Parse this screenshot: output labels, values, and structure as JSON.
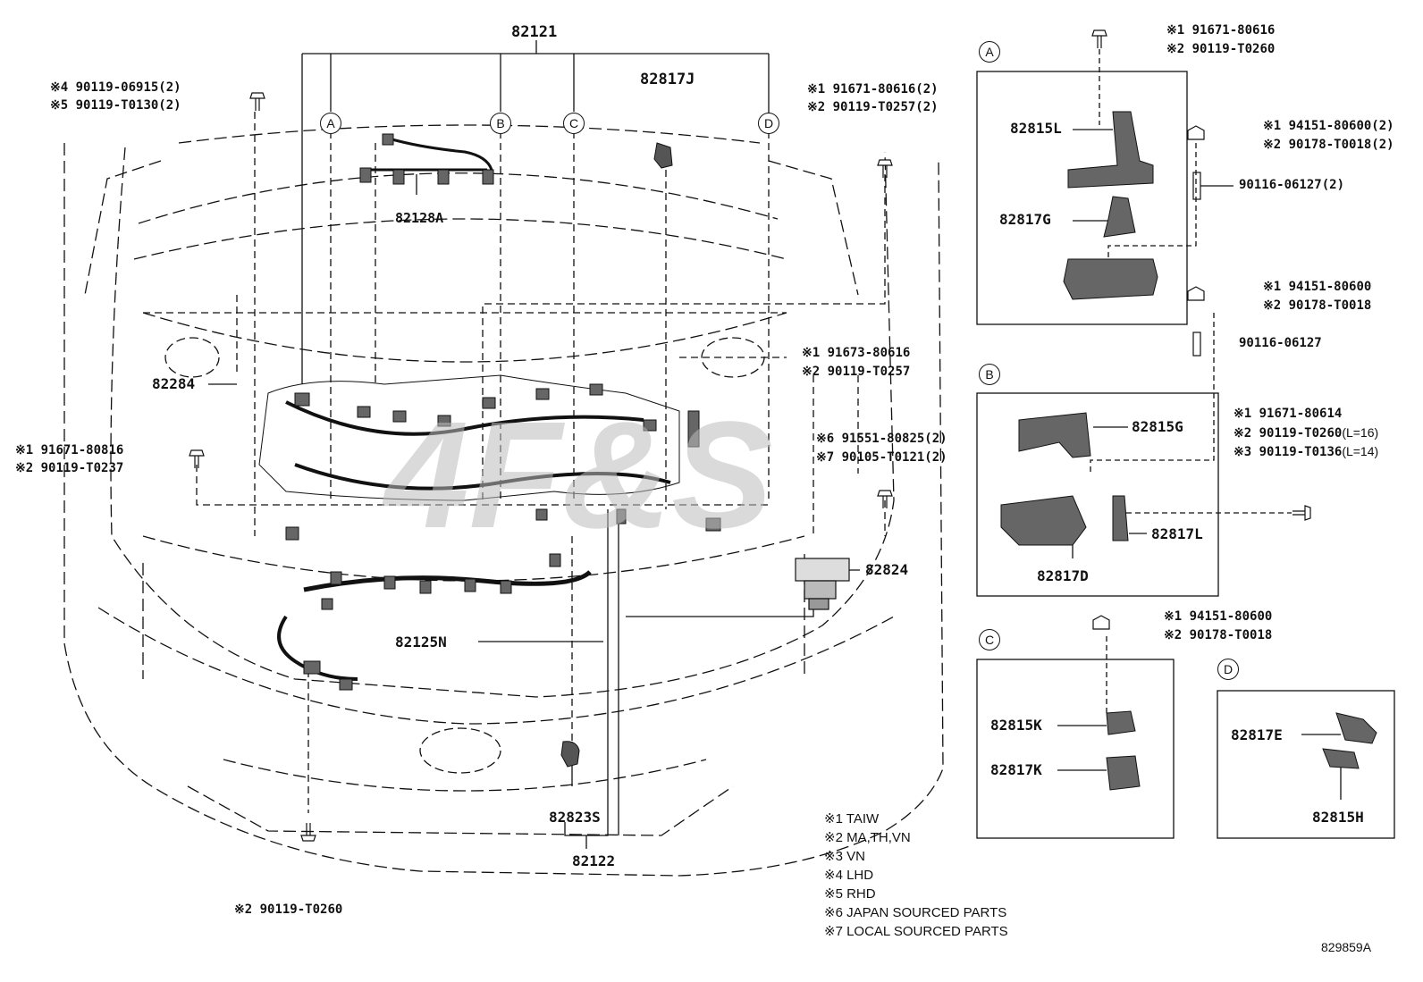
{
  "figure_id": "829859A",
  "watermark": "4F&S",
  "colors": {
    "line": "#111111",
    "part_fill": "#555555",
    "watermark": "#bbbbbb"
  },
  "main_parts": {
    "p82121": "82121",
    "p82817J": "82817J",
    "p82128A": "82128A",
    "p82284": "82284",
    "p82125N": "82125N",
    "p82824": "82824",
    "p82823S": "82823S",
    "p82122": "82122"
  },
  "callouts": {
    "a": "A",
    "b": "B",
    "c": "C",
    "d": "D"
  },
  "fasteners": {
    "top_left_1": "※4 90119-06915(2)",
    "top_left_2": "※5 90119-T0130(2)",
    "top_mid_1": "※1 91671-80616(2)",
    "top_mid_2": "※2 90119-T0257(2)",
    "mid_right_1": "※1 91673-80616",
    "mid_right_2": "※2 90119-T0257",
    "left_1": "※1 91671-80816",
    "left_2": "※2 90119-T0237",
    "mid_right_3": "※6 91551-80825(2)",
    "mid_right_4": "※7 90105-T0121(2)",
    "bottom_left": "※2 90119-T0260"
  },
  "detail_a": {
    "top_1": "※1 91671-80616",
    "top_2": "※2 90119-T0260",
    "p82815L": "82815L",
    "p82817G": "82817G",
    "nut_1": "※1 94151-80600(2)",
    "nut_2": "※2 90178-T0018(2)",
    "stud": "90116-06127(2)",
    "nut2_1": "※1 94151-80600",
    "nut2_2": "※2 90178-T0018",
    "stud2": "90116-06127"
  },
  "detail_b": {
    "p82815G": "82815G",
    "p82817L": "82817L",
    "p82817D": "82817D",
    "bolt_1": "※1 91671-80614",
    "bolt_2": "※2 90119-T0260",
    "bolt_2_note": "(L=16)",
    "bolt_3": "※3 90119-T0136",
    "bolt_3_note": "(L=14)"
  },
  "detail_c": {
    "nut_1": "※1 94151-80600",
    "nut_2": "※2 90178-T0018",
    "p82815K": "82815K",
    "p82817K": "82817K"
  },
  "detail_d": {
    "p82817E": "82817E",
    "p82815H": "82815H"
  },
  "legend": [
    "※1 TAIW",
    "※2 MA,TH,VN",
    "※3 VN",
    "※4 LHD",
    "※5 RHD",
    "※6 JAPAN SOURCED PARTS",
    "※7 LOCAL SOURCED PARTS"
  ]
}
